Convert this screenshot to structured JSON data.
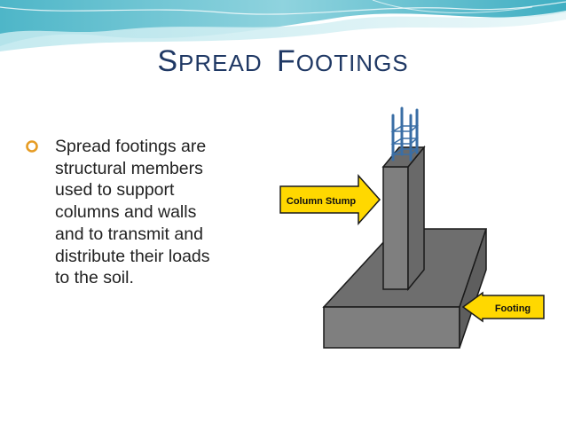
{
  "slide": {
    "title_first_word": "Spread",
    "title_second_word": "Footings",
    "bullet_text": "Spread footings are structural members used to support columns and walls and to transmit and distribute their loads to the soil."
  },
  "diagram": {
    "column_label": "Column Stump",
    "footing_label": "Footing"
  },
  "colors": {
    "title": "#1f3864",
    "accent_bullet": "#e69c24",
    "concrete_front": "#7f7f7f",
    "concrete_top": "#6e6e6e",
    "label_fill": "#ffd800",
    "rebar": "#3a6ea5"
  },
  "icons": [
    "bullet-ring-icon"
  ]
}
